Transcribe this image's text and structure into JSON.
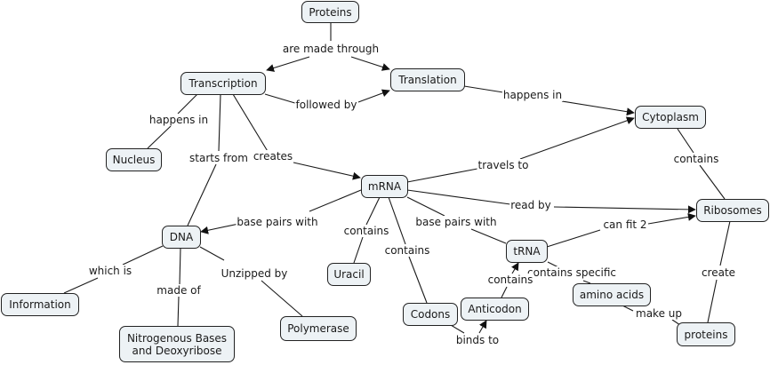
{
  "map_title": "Protein Synthesis Concept Map",
  "colors": {
    "node_fill": "#edf2f5",
    "node_border": "#222222",
    "line": "#1a1a1a",
    "background": "#ffffff"
  },
  "nodes": {
    "proteins_top": "Proteins",
    "transcription": "Transcription",
    "translation": "Translation",
    "cytoplasm": "Cytoplasm",
    "nucleus": "Nucleus",
    "mrna": "mRNA",
    "ribosomes": "Ribosomes",
    "dna": "DNA",
    "trna": "tRNA",
    "uracil": "Uracil",
    "information": "Information",
    "amino_acids": "amino acids",
    "codons": "Codons",
    "anticodon": "Anticodon",
    "polymerase": "Polymerase",
    "nitrogenous": "Nitrogenous Bases\nand Deoxyribose",
    "proteins_bottom": "proteins"
  },
  "links": {
    "are_made_through": "are made through",
    "followed_by": "followed by",
    "happens_in_translation": "happens in",
    "happens_in_transcription": "happens in",
    "starts_from": "starts from",
    "creates": "creates",
    "travels_to": "travels to",
    "contains_cytoplasm": "contains",
    "read_by": "read by",
    "base_pairs_with_dna": "base pairs with",
    "contains_uracil": "contains",
    "contains_codons": "contains",
    "base_pairs_with_trna": "base pairs with",
    "can_fit_2": "can fit 2",
    "contains_specific": "contains specific",
    "contains_anticodon": "contains",
    "binds_to": "binds to",
    "make_up": "make up",
    "create": "create",
    "which_is": "which is",
    "made_of": "made of",
    "unzipped_by": "Unzipped by"
  }
}
